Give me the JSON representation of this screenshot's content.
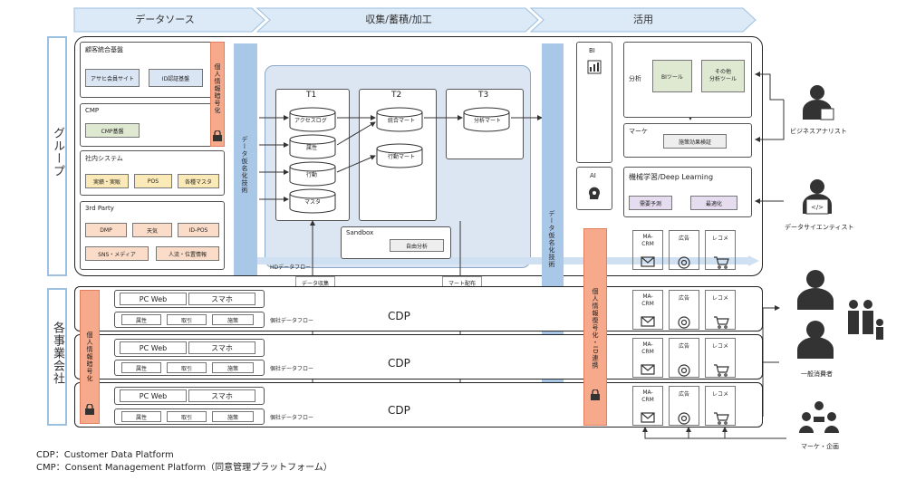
{
  "headers": {
    "source": "データソース",
    "process": "収集/蓄積/加工",
    "use": "活用"
  },
  "side": {
    "group": "グループ",
    "companies": "各事業会社"
  },
  "group_sources": {
    "customer": {
      "title": "顧客統合基盤",
      "items": [
        "アサヒ会員サイト",
        "ID認証基盤"
      ]
    },
    "cmp": {
      "title": "CMP",
      "items": [
        "CMP基盤"
      ]
    },
    "internal": {
      "title": "社内システム",
      "items": [
        "実績・実販",
        "POS",
        "各種マスタ"
      ]
    },
    "third_party": {
      "title": "3rd Party",
      "items": [
        "DMP",
        "天気",
        "ID-POS",
        "SNS・メディア",
        "人流・位置情報"
      ]
    }
  },
  "privacy_label": "個人情報暗号化",
  "anon_label": "データ仮名化技術",
  "anon_label_right": "データ仮名化技術",
  "reid_label": "個人情報復号化・ID連携",
  "tiers": {
    "t1": {
      "title": "T1",
      "items": [
        "アクセスログ",
        "属性",
        "行動",
        "マスタ"
      ]
    },
    "t2": {
      "title": "T2",
      "items": [
        "統合マート",
        "行動マート"
      ]
    },
    "t3": {
      "title": "T3",
      "items": [
        "分析マート"
      ]
    }
  },
  "sandbox": {
    "title": "Sandbox",
    "item": "自由分析"
  },
  "hd_flow": "HDデータフロー",
  "collect_tag": "データ収集",
  "mart_tag": "マート配布",
  "companies": {
    "web": "PC Web",
    "phone": "スマホ",
    "items": [
      "属性",
      "取引",
      "施策"
    ],
    "flow": "個社データフロー",
    "cdp": "CDP"
  },
  "use": {
    "bi": "BI",
    "ai": "AI",
    "analysis": {
      "title": "分析",
      "items": [
        "BIツール",
        "その他\n分析ツール"
      ]
    },
    "marke": {
      "title": "マーケ",
      "item": "施策効果検証"
    },
    "ml": {
      "title": "機械学習/Deep Learning",
      "items": [
        "需要予測",
        "最適化"
      ]
    },
    "channels": [
      "MA-\nCRM",
      "広告",
      "レコメ"
    ]
  },
  "personas": {
    "analyst": "ビジネスアナリスト",
    "scientist": "データサイエンティスト",
    "consumer": "一般消費者",
    "planner": "マーケ・企画"
  },
  "footnotes": [
    "CDP：Customer Data Platform",
    "CMP：Consent Management Platform（同意管理プラットフォーム）"
  ],
  "colors": {
    "band_blue": "#a9c8e8",
    "band_orange": "#f6a98b",
    "chip_yellow": "#fbe9b7",
    "chip_orange": "#fbdcc8"
  }
}
